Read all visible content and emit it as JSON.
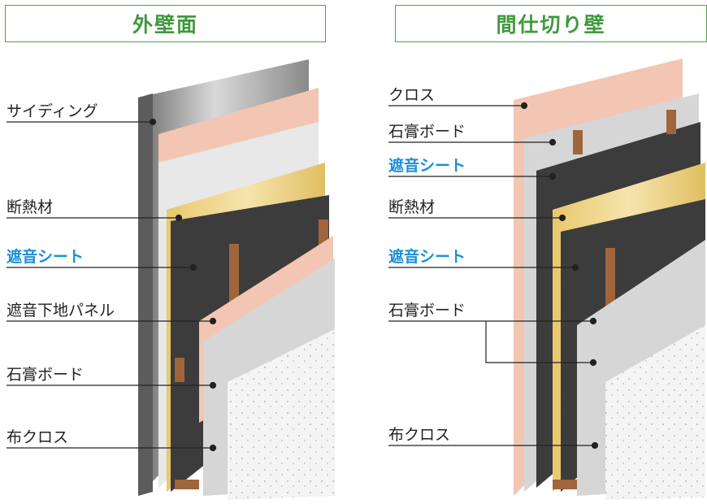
{
  "left": {
    "title": "外壁面",
    "labels": [
      "サイディング",
      "断熱材",
      "遮音シート",
      "遮音下地パネル",
      "石膏ボード",
      "布クロス"
    ]
  },
  "right": {
    "title": "間仕切り壁",
    "labels": [
      "クロス",
      "石膏ボード",
      "遮音シート",
      "断熱材",
      "遮音シート",
      "石膏ボード",
      "布クロス"
    ]
  },
  "highlight_color": "#1a8fd8",
  "header_color": "#3f9a3c"
}
